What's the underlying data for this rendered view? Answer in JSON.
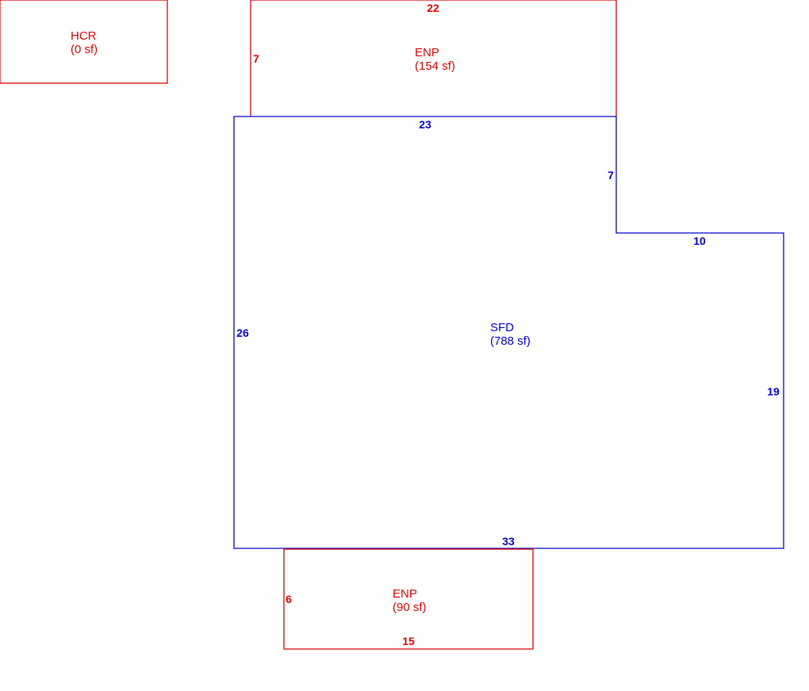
{
  "colors": {
    "dwelling": "#0000cc",
    "accessory": "#dd0000"
  },
  "sketch": {
    "hcr": {
      "label": "HCR",
      "area": "(0 sf)"
    },
    "enp_top": {
      "label": "ENP",
      "area": "(154 sf)",
      "dim_width": "22",
      "dim_depth": "7"
    },
    "sfd": {
      "label": "SFD",
      "area": "(788 sf)",
      "dim_top": "23",
      "dim_step_side": "7",
      "dim_step_top": "10",
      "dim_left": "26",
      "dim_right": "19",
      "dim_bottom": "33"
    },
    "enp_bottom": {
      "label": "ENP",
      "area": "(90 sf)",
      "dim_side": "6",
      "dim_width": "15"
    }
  }
}
